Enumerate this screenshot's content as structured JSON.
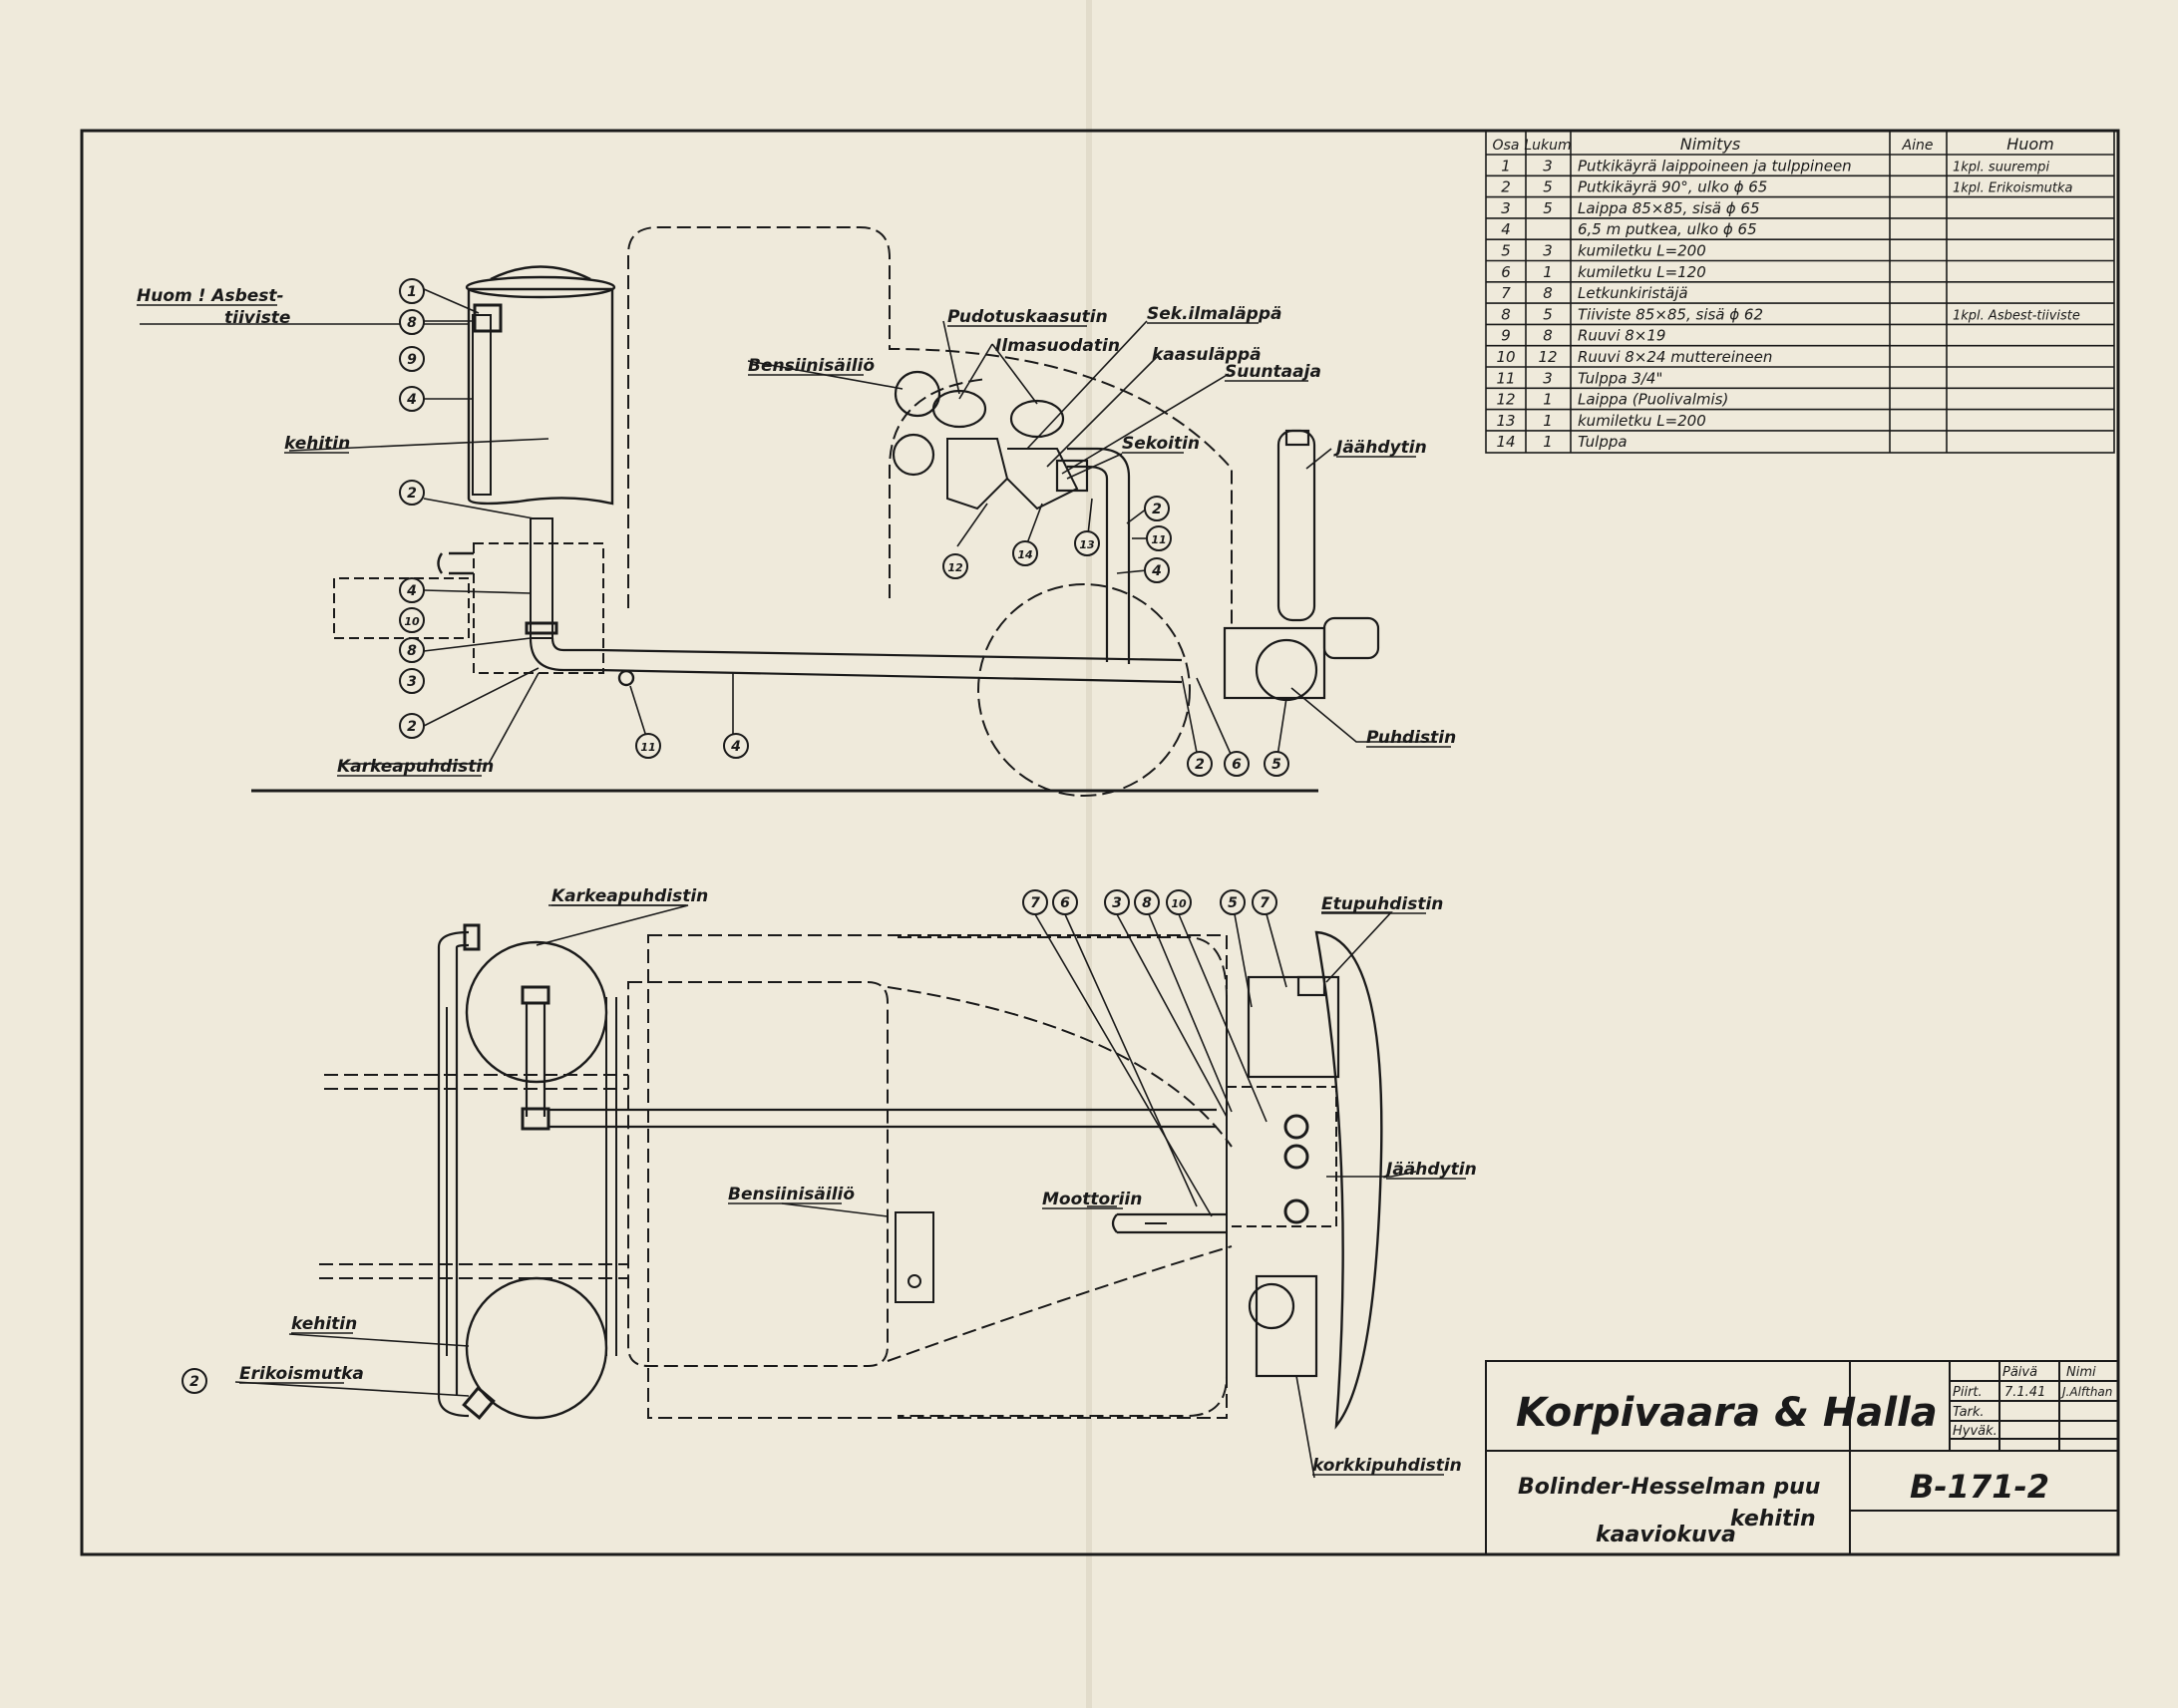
{
  "parts_table": {
    "headers": {
      "osa": "Osa",
      "lukum": "Lukum",
      "nimitys": "Nimitys",
      "aine": "Aine",
      "huom": "Huom"
    },
    "rows": [
      {
        "osa": "1",
        "lukum": "3",
        "nimitys": "Putkikäyrä laippoineen ja tulppineen",
        "huom": "1kpl. suurempi"
      },
      {
        "osa": "2",
        "lukum": "5",
        "nimitys": "Putkikäyrä 90°, ulko ϕ 65",
        "huom": "1kpl. Erikoismutka"
      },
      {
        "osa": "3",
        "lukum": "5",
        "nimitys": "Laippa 85×85, sisä ϕ 65",
        "huom": ""
      },
      {
        "osa": "4",
        "lukum": "",
        "nimitys": "6,5 m putkea, ulko ϕ 65",
        "huom": ""
      },
      {
        "osa": "5",
        "lukum": "3",
        "nimitys": "kumiletku        L=200",
        "huom": ""
      },
      {
        "osa": "6",
        "lukum": "1",
        "nimitys": "kumiletku        L=120",
        "huom": ""
      },
      {
        "osa": "7",
        "lukum": "8",
        "nimitys": "Letkunkiristäjä",
        "huom": ""
      },
      {
        "osa": "8",
        "lukum": "5",
        "nimitys": "Tiiviste 85×85, sisä ϕ 62",
        "huom": "1kpl. Asbest-tiiviste"
      },
      {
        "osa": "9",
        "lukum": "8",
        "nimitys": "Ruuvi    8×19",
        "huom": ""
      },
      {
        "osa": "10",
        "lukum": "12",
        "nimitys": "Ruuvi  8×24 muttereineen",
        "huom": ""
      },
      {
        "osa": "11",
        "lukum": "3",
        "nimitys": "Tulppa  3/4\"",
        "huom": ""
      },
      {
        "osa": "12",
        "lukum": "1",
        "nimitys": "Laippa          (Puolivalmis)",
        "huom": ""
      },
      {
        "osa": "13",
        "lukum": "1",
        "nimitys": "kumiletku       L=200",
        "huom": ""
      },
      {
        "osa": "14",
        "lukum": "1",
        "nimitys": "Tulppa",
        "huom": ""
      }
    ]
  },
  "labels": {
    "huom_asbest": "Huom ! Asbest-",
    "huom_tiiviste": "tiiviste",
    "kehitin": "kehitin",
    "bensiinisailio": "Bensiinisäiliö",
    "pudotuskaasutin": "Pudotuskaasutin",
    "ilmasuodatin": "Ilmasuodatin",
    "sekoitusilmalappa": "Sek.ilmaläppä",
    "kaasulappa": "kaasuläppä",
    "suuntaaja": "Suuntaaja",
    "sekoitin": "Sekoitin",
    "jaahdytin": "Jäähdytin",
    "puhdistin": "Puhdistin",
    "karkeapuhdistin": "Karkeapuhdistin",
    "etupuhdistin": "Etupuhdistin",
    "moottoriin": "Moottoriin",
    "erikoismutka": "Erikoismutka",
    "korkkipuhdistin": "korkkipuhdistin"
  },
  "callouts": {
    "c1": "1",
    "c8": "8",
    "c9": "9",
    "c4": "4",
    "c2": "2",
    "c10": "10",
    "c3": "3",
    "c5": "5",
    "c6": "6",
    "c7": "7",
    "c11": "11",
    "c12": "12",
    "c13": "13",
    "c14": "14"
  },
  "title_block": {
    "company": "Korpivaara & Halla",
    "title_line1": "Bolinder-Hesselman puu",
    "title_line2": "kehitin",
    "title_line3": "kaaviokuva",
    "drawing_no": "B-171-2",
    "col_paiva": "Päivä",
    "col_nimi": "Nimi",
    "row_piirt": "Piirt.",
    "row_tark": "Tark.",
    "row_hyvak": "Hyväk.",
    "piirt_paiva": "7.1.41",
    "piirt_nimi": "J.Alfthan"
  },
  "colors": {
    "paper": "#efeadb",
    "ink": "#1a1a1a"
  }
}
